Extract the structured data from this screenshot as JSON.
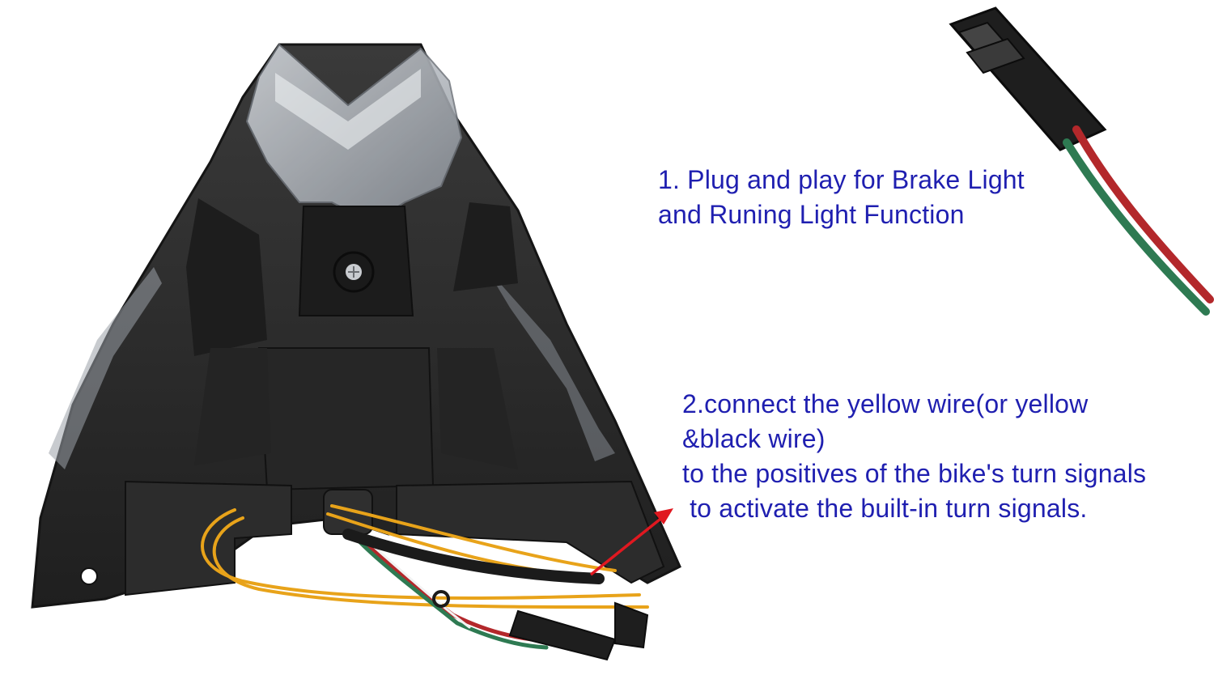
{
  "captions": {
    "plug_and_play": {
      "line1": "1. Plug and play for Brake Light",
      "line2": "and Runing Light Function"
    },
    "yellow_wire": {
      "line1": "2.connect the yellow wire(or yellow",
      "line2": "&black wire)",
      "line3": "to the positives of the bike's turn signals",
      "line4": " to activate the built-in turn signals."
    }
  },
  "colors": {
    "caption_text": "#1f1fb0",
    "arrow": "#e01820",
    "housing": "#2b2b2b",
    "yellow_wire": "#e8a31a",
    "red_wire": "#b3282b",
    "green_wire": "#2e7a52"
  }
}
